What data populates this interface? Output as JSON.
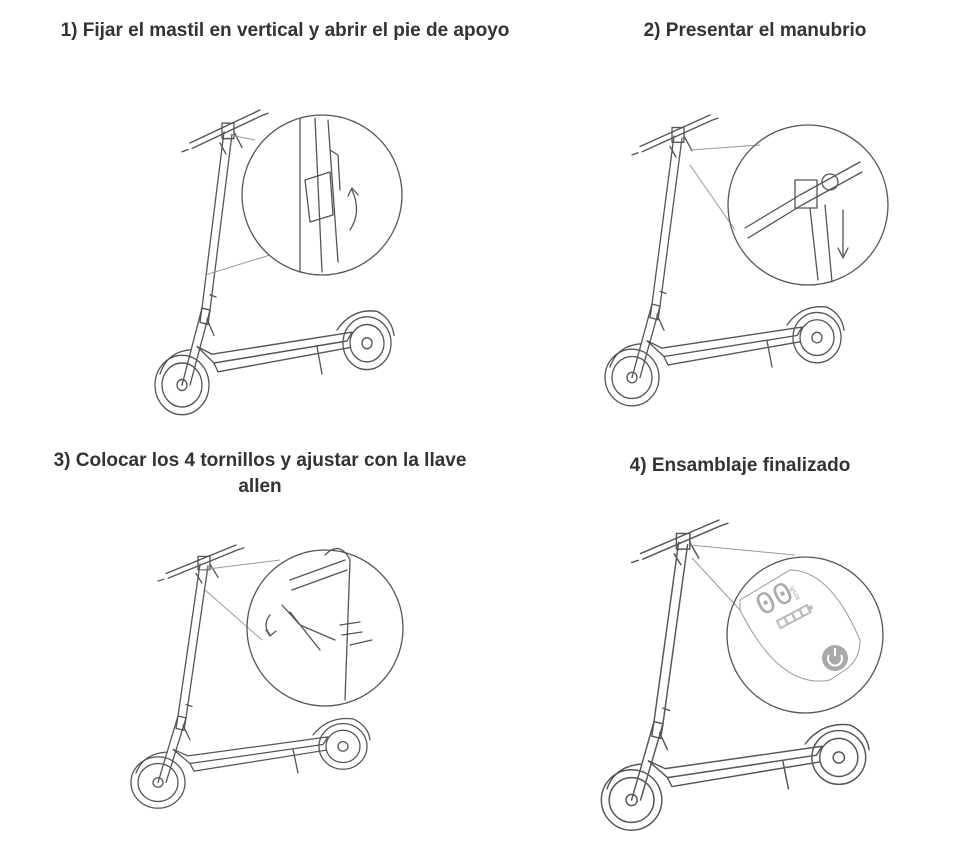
{
  "steps": [
    {
      "title": "1) Fijar el mastil en vertical y abrir el pie de apoyo"
    },
    {
      "title": "2) Presentar el manubrio"
    },
    {
      "title": "3) Colocar los 4 tornillos y ajustar con la llave allen"
    },
    {
      "title": "4) Ensamblaje finalizado"
    }
  ],
  "display": {
    "speed": "00",
    "unit": "km/h",
    "battery_bars": 4,
    "icons": [
      "power-icon",
      "battery-icon"
    ]
  },
  "colors": {
    "text": "#333333",
    "line": "#555555"
  }
}
